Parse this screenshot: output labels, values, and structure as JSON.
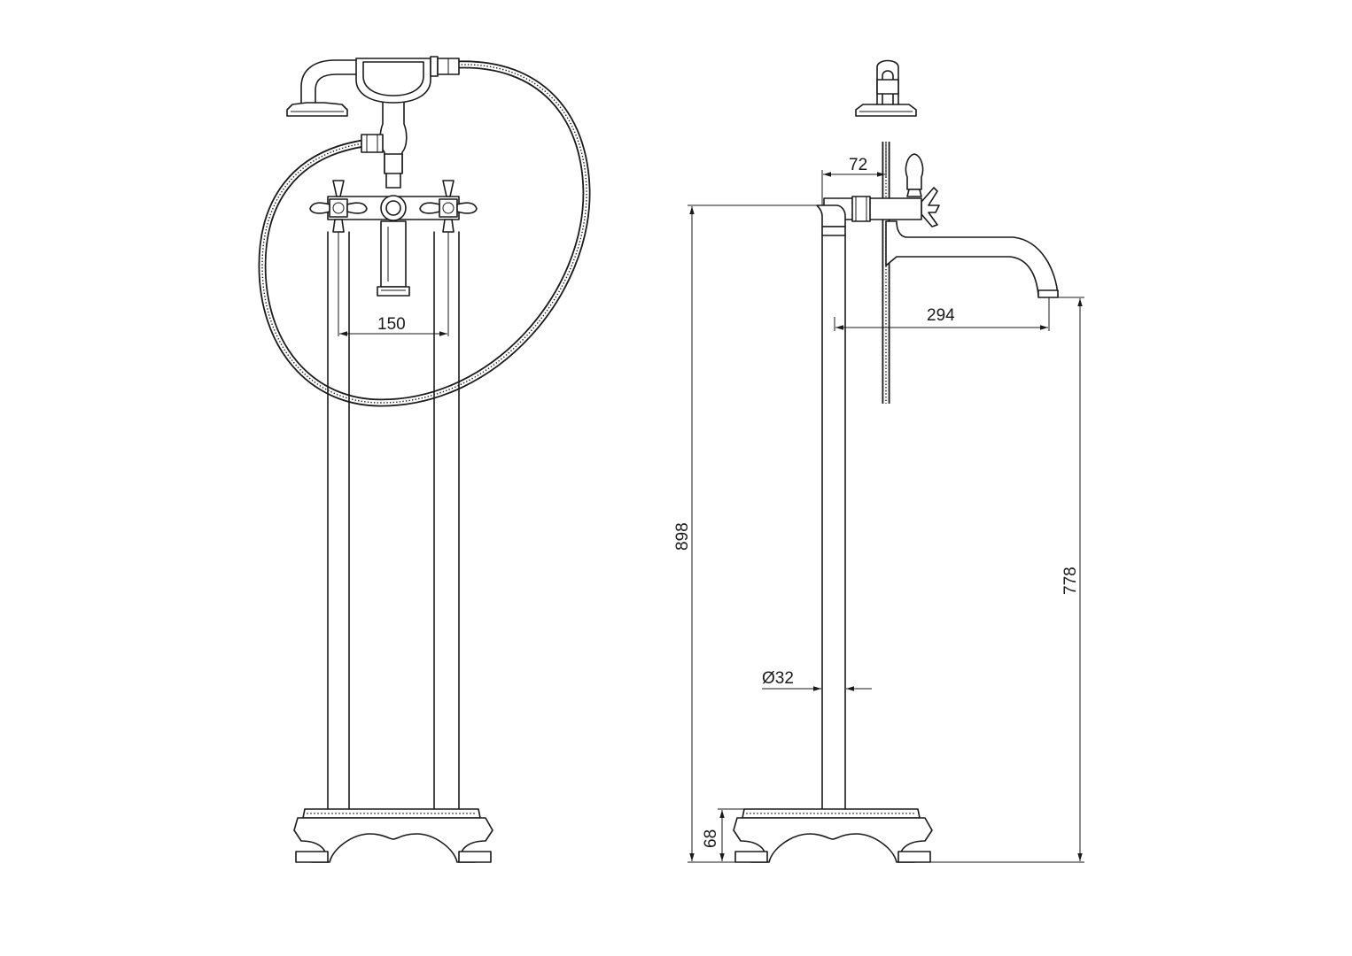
{
  "dimensions": {
    "handle_spacing": "150",
    "spout_offset": "72",
    "spout_reach": "294",
    "total_height": "898",
    "spout_height": "778",
    "pipe_diameter": "Ø32",
    "base_height": "68"
  }
}
